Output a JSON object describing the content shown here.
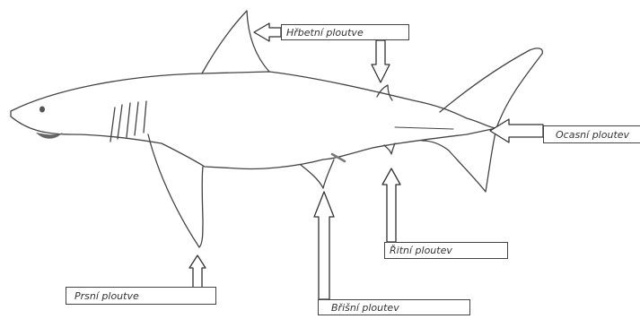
{
  "labels": {
    "dorsal_fin": "Hřbetní ploutve",
    "caudal_fin": "Ocasní ploutev",
    "anal_fin": "Řitní ploutev",
    "pectoral_fins": "Prsní ploutve",
    "pelvic_fins": "Břišní ploutev"
  }
}
